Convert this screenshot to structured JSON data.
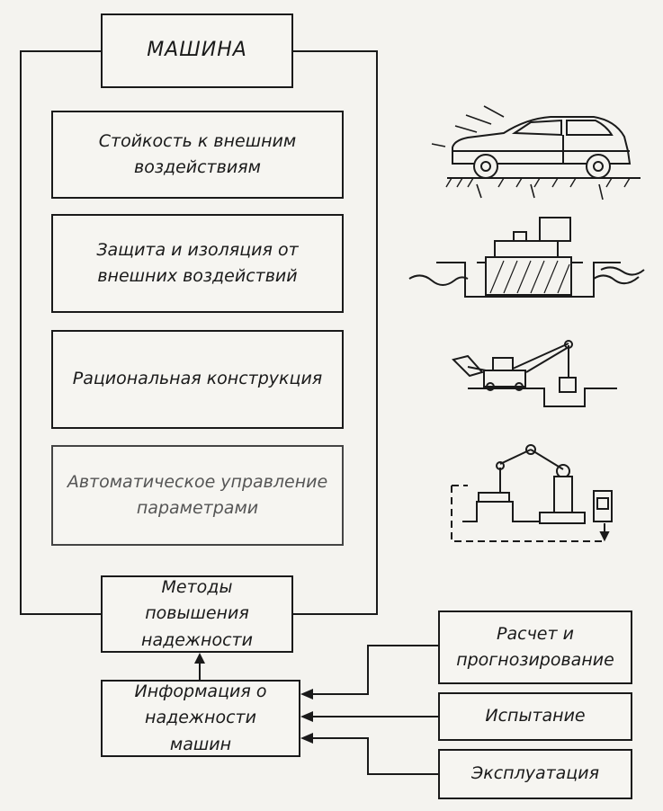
{
  "machine": {
    "title": "МАШИНА"
  },
  "measures": [
    {
      "line1": "Стойкость к внешним",
      "line2": "воздействиям"
    },
    {
      "line1": "Защита и изоляция от",
      "line2": "внешних воздействий"
    },
    {
      "line1": "Рациональная конструкция",
      "line2": ""
    },
    {
      "line1": "Автоматическое управление",
      "line2": "параметрами"
    }
  ],
  "methods": {
    "line1": "Методы повышения",
    "line2": "надежности"
  },
  "information": {
    "line1": "Информация о",
    "line2": "надежности машин"
  },
  "sources": [
    {
      "line1": "Расчет и",
      "line2": "прогнозирование"
    },
    {
      "line1": "Испытание",
      "line2": ""
    },
    {
      "line1": "Эксплуатация",
      "line2": ""
    }
  ],
  "colors": {
    "ink": "#1a1a1a",
    "paper": "#f4f3ef"
  }
}
